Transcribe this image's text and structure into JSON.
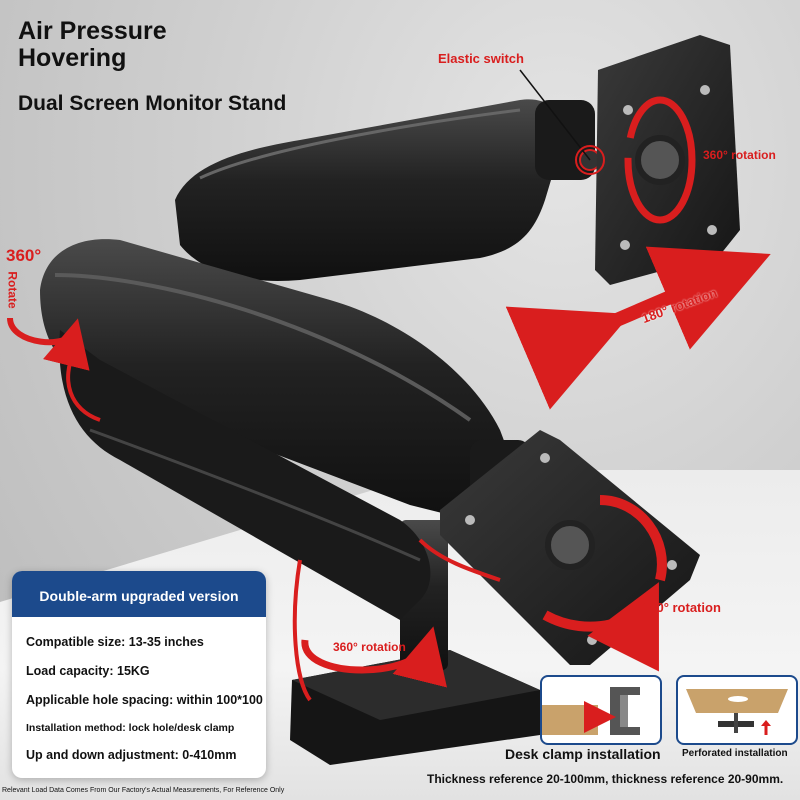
{
  "header": {
    "title_line1": "Air Pressure",
    "title_line2": "Hovering",
    "subtitle": "Dual Screen Monitor Stand"
  },
  "callouts": {
    "elastic_switch": "Elastic switch",
    "rotation_360_top": "360° rotation",
    "rotation_180_top": "180° rotation",
    "rotate_360_side_deg": "360°",
    "rotate_360_side_word": "Rotate",
    "rotation_180_bottom": "180° rotation",
    "rotation_360_base": "360° rotation"
  },
  "spec_panel": {
    "heading": "Double-arm upgraded version",
    "compatible_size": "Compatible size: 13-35 inches",
    "load_capacity": "Load capacity: 15KG",
    "hole_spacing": "Applicable hole spacing: within 100*100",
    "installation_method": "Installation method: lock hole/desk clamp",
    "height_adjustment": "Up and down adjustment: 0-410mm"
  },
  "installation": {
    "desk_clamp_label": "Desk clamp installation",
    "perforated_label": "Perforated installation",
    "thickness_note": "Thickness reference 20-100mm, thickness reference 20-90mm."
  },
  "footnote": "Relevant Load Data Comes From Our Factory's Actual Measurements, For Reference Only",
  "colors": {
    "accent_red": "#d91e1e",
    "panel_blue": "#1c4a8c",
    "arm_black": "#1e1e1e"
  }
}
